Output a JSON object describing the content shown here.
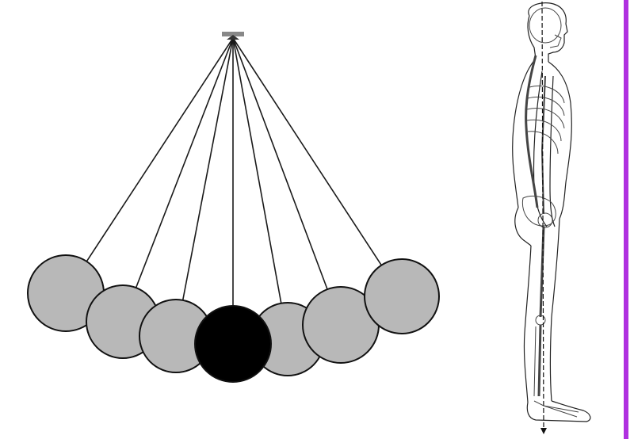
{
  "pendulum": {
    "ball_count": 7,
    "highlighted_ball_index": 3,
    "colors": {
      "string": "#1a1a1a",
      "ball_fill": "#b8b8b8",
      "ball_stroke": "#111111",
      "highlight_fill": "#000000",
      "pivot": "#555555"
    }
  },
  "posture_figure": {
    "depicts": "side-view-human-skeleton",
    "colors": {
      "outline": "#222222",
      "bone": "#444444",
      "plumb_line": "#111111"
    }
  },
  "accent": {
    "color": "#b030e0"
  }
}
